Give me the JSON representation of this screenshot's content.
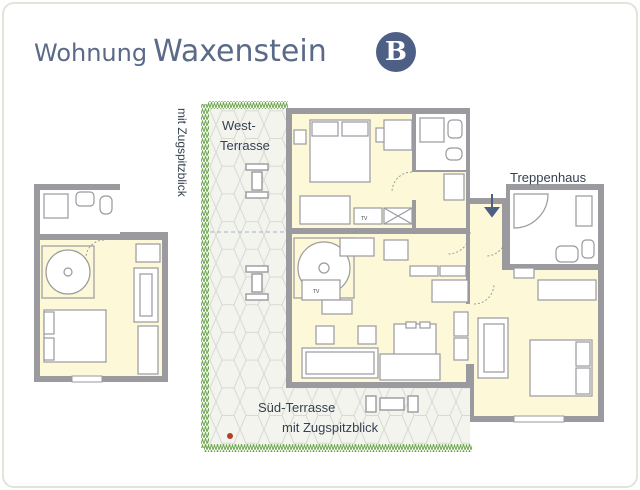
{
  "header": {
    "title_prefix": "Wohnung",
    "title_name": "Waxenstein",
    "badge": "B"
  },
  "labels": {
    "west_terrace_line1": "West-",
    "west_terrace_line2": "Terrasse",
    "stairwell": "Treppenhaus",
    "south_terrace_line1": "Süd-Terrasse",
    "south_terrace_line2": "mit Zugspitzblick",
    "vertical_view": "mit Zugspitzblick",
    "tv_label_1": "TV",
    "tv_label_2": "TV"
  },
  "colors": {
    "room_fill": "#fdf9d8",
    "wall": "#9a9a9f",
    "terrace_fill": "#f4f4ef",
    "hex_stroke": "#d9d9d4",
    "grass": "#6ea84f",
    "title": "#5a6a88",
    "badge_bg": "#4e5f86"
  }
}
